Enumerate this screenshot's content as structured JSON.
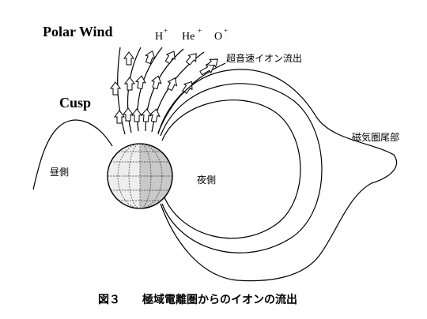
{
  "labels": {
    "polar_wind": "Polar Wind",
    "cusp": "Cusp",
    "ion_h": "H",
    "ion_he": "He",
    "ion_o": "O",
    "ion_charge": "+",
    "supersonic_outflow": "超音速イオン流出",
    "magnetotail": "磁気圏尾部",
    "dayside": "昼側",
    "nightside": "夜側"
  },
  "caption": {
    "figure_number": "図３",
    "title": "極域電離圏からのイオンの流出"
  }
}
